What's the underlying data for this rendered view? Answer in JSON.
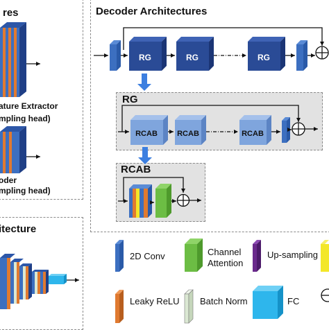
{
  "left_top_panel": {
    "title_fragment": "res",
    "feature_extractor_line1": "ature Extractor",
    "feature_extractor_line2": "mpling head)",
    "decoder_line1": "oder",
    "decoder_line2": "mpling head)"
  },
  "left_bottom_panel": {
    "title_fragment": "itecture"
  },
  "decoder_panel": {
    "title": "Decoder Architectures",
    "rg_block_label": "RG"
  },
  "rg_panel": {
    "title": "RG",
    "rcab_block_label": "RCAB"
  },
  "rcab_panel": {
    "title": "RCAB"
  },
  "legend": {
    "items": [
      {
        "label": "2D Conv",
        "icon": "conv2d-icon",
        "color": "#3c6fc0"
      },
      {
        "label": "Channel\nAttention",
        "icon": "channel-attention-icon",
        "color": "#6cbd44"
      },
      {
        "label": "Up-sampling",
        "icon": "upsampling-icon",
        "color": "#6a2a8c"
      },
      {
        "label": "Leaky ReLU",
        "icon": "leaky-relu-icon",
        "color": "#e07a30"
      },
      {
        "label": "Batch Norm",
        "icon": "batch-norm-icon",
        "color": "#dbe8d3"
      },
      {
        "label": "FC",
        "icon": "fc-icon",
        "color": "#2eb6ec"
      }
    ],
    "line1_channel_attention": "Channel",
    "line2_channel_attention": "Attention"
  },
  "colors": {
    "conv_blue": "#3c6fc0",
    "rg_navy": "#2a4b96",
    "rcab_light": "#7fa5dd",
    "relu_orange": "#e07a30",
    "attention_green": "#6cbd44",
    "panel_gray": "#e0e0e0"
  }
}
